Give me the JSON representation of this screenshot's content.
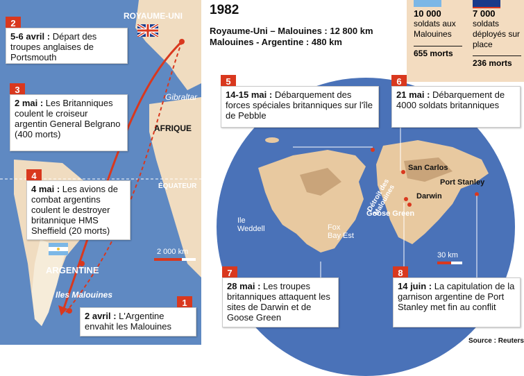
{
  "left_map": {
    "country_uk": "ROYAUME-UNI",
    "place_gibraltar": "Gibraltar",
    "place_afrique": "AFRIQUE",
    "place_equateur": "ÉQUATEUR",
    "place_argentine": "ARGENTINE",
    "place_malouines": "Iles Malouines",
    "scale_label": "2 000 km",
    "events": [
      {
        "num": "2",
        "date": "5-6 avril :",
        "text": " Départ des troupes anglaises de Portsmouth"
      },
      {
        "num": "3",
        "date": "2 mai :",
        "text": " Les Britanniques coulent le croiseur argentin General Belgrano (400 morts)"
      },
      {
        "num": "4",
        "date": "4 mai :",
        "text": " Les avions de combat argentins coulent le destroyer britannique HMS Sheffield (20 morts)"
      },
      {
        "num": "1",
        "date": "2 avril :",
        "text": " L'Argentine envahit les Malouines"
      }
    ]
  },
  "header": {
    "year": "1982",
    "dist_line1": "Royaume-Uni – Malouines : 12 800 km",
    "dist_line2": "Malouines - Argentine : 480 km"
  },
  "stats": {
    "col1_big": "10 000",
    "col1_text": "soldats aux Malouines",
    "col1_deaths": "655 morts",
    "col2_big": "7 000",
    "col2_text": "soldats déployés sur place",
    "col2_deaths": "236 morts"
  },
  "right_map": {
    "places": {
      "san_carlos": "San Carlos",
      "port_stanley": "Port Stanley",
      "darwin": "Darwin",
      "goose_green": "Goose Green",
      "ile_weddell": "Ile Weddell",
      "fox_bay": "Fox Bay Est",
      "detroit": "Détroit des Malouines"
    },
    "scale_label": "30 km",
    "events": [
      {
        "num": "5",
        "date": "14-15 mai :",
        "text": " Débarquement des forces spéciales britanniques sur l'île de Pebble"
      },
      {
        "num": "6",
        "date": "21 mai :",
        "text": " Débarquement de 4000 soldats britanniques"
      },
      {
        "num": "7",
        "date": "28 mai :",
        "text": " Les troupes britanniques attaquent les sites de Darwin et de Goose Green"
      },
      {
        "num": "8",
        "date": "14 juin :",
        "text": " La capitulation de la garnison argentine de Port Stanley met fin au conflit"
      }
    ]
  },
  "source": "Source : Reuters"
}
